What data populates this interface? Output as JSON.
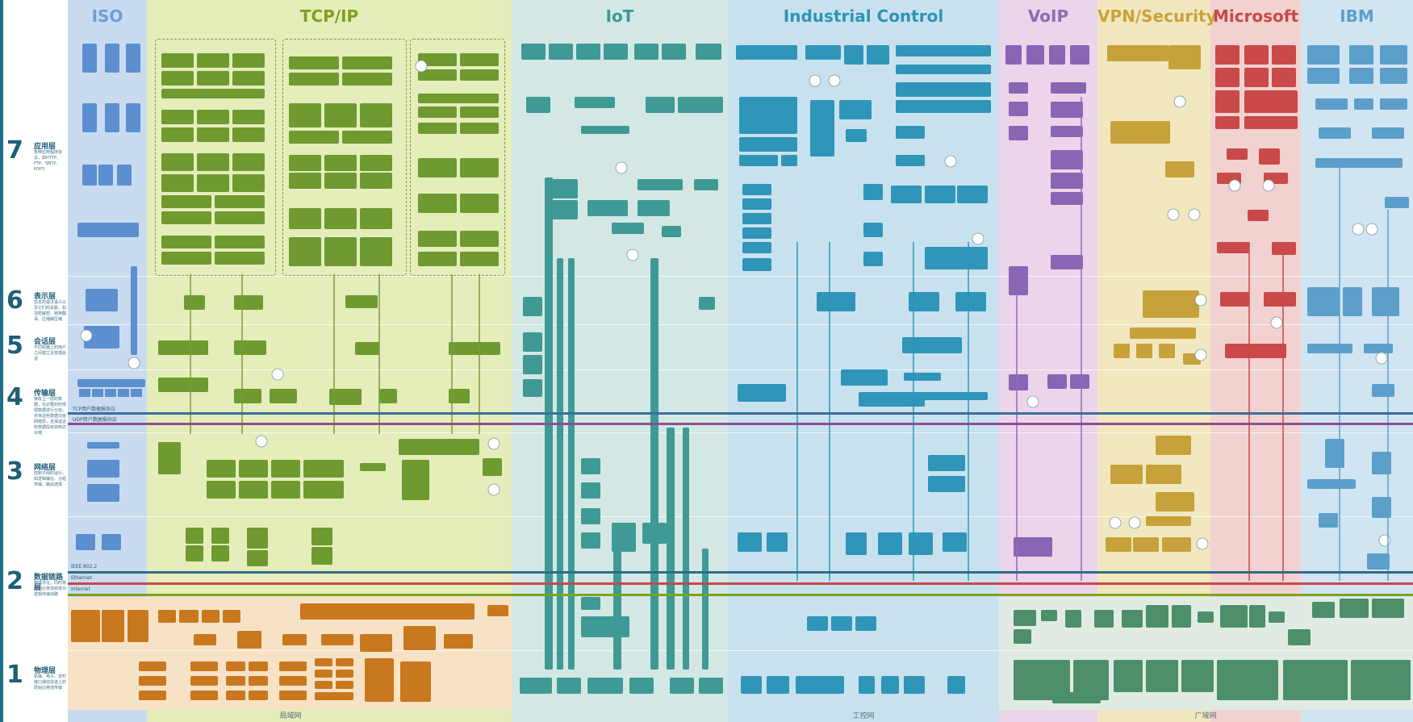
{
  "columns": [
    {
      "key": "iso",
      "title": "ISO",
      "color": "#6a9fd4",
      "bg": "#c8daf0"
    },
    {
      "key": "tcpip",
      "title": "TCP/IP",
      "color": "#7ea21e",
      "bg": "#e3ecb1"
    },
    {
      "key": "iot",
      "title": "IoT",
      "color": "#3a9a9c",
      "bg": "#cfe6e6"
    },
    {
      "key": "industrial",
      "title": "Industrial Control",
      "color": "#2e94b6",
      "bg": "#c5e1ee"
    },
    {
      "key": "voip",
      "title": "VoIP",
      "color": "#8d6cb3",
      "bg": "#ead3ea"
    },
    {
      "key": "vpn",
      "title": "VPN/Security",
      "color": "#c9a33a",
      "bg": "#f1e7bb"
    },
    {
      "key": "microsoft",
      "title": "Microsoft",
      "color": "#c84848",
      "bg": "#f1cfcf"
    },
    {
      "key": "ibm",
      "title": "IBM",
      "color": "#5d9fcc",
      "bg": "#cfe3f2"
    }
  ],
  "layers": [
    {
      "num": "7",
      "name": "应用层",
      "desc": "各种应用程序协议，如HTTP、FTP、SMTP、POP3"
    },
    {
      "num": "6",
      "name": "表示层",
      "desc": "信息的语法语义以及它们的关联，如加密解密、转换翻译、压缩解压缩"
    },
    {
      "num": "5",
      "name": "会话层",
      "desc": "不同机器上的用户之间建立及管理会话"
    },
    {
      "num": "4",
      "name": "传输层",
      "desc": "接收上一层的数据，在必要的时候把数据进行分割，并将这些数据交给网络层，且保证这些数据段有效到达对端"
    },
    {
      "num": "3",
      "name": "网络层",
      "desc": "控制子网的运行，如逻辑编址、分组传输、路由选择"
    },
    {
      "num": "2",
      "name": "数据链路层",
      "desc": "物理寻址，同时将原始比特流转变为逻辑传输线路"
    },
    {
      "num": "1",
      "name": "物理层",
      "desc": "机械、电子、定时接口通信信道上的原始比特流传输"
    }
  ],
  "links": {
    "ieee": "IEEE 802.2",
    "ethernet": "Ethernet",
    "internet": "Internet",
    "tcp": "TCP用户数据报协议",
    "udp": "UDP用户数据报协议"
  },
  "bottom": {
    "lan": "局域网",
    "ics": "工控网",
    "wan": "广域网"
  },
  "colors": {
    "accent": "#1e6f86",
    "green": "#7ea21e",
    "orange": "#c9781e",
    "teal": "#3a9a9c",
    "blue": "#2e94b6",
    "purple": "#8d6cb3",
    "gold": "#c9a33a",
    "red": "#c84848",
    "ibmblue": "#5d9fcc"
  }
}
